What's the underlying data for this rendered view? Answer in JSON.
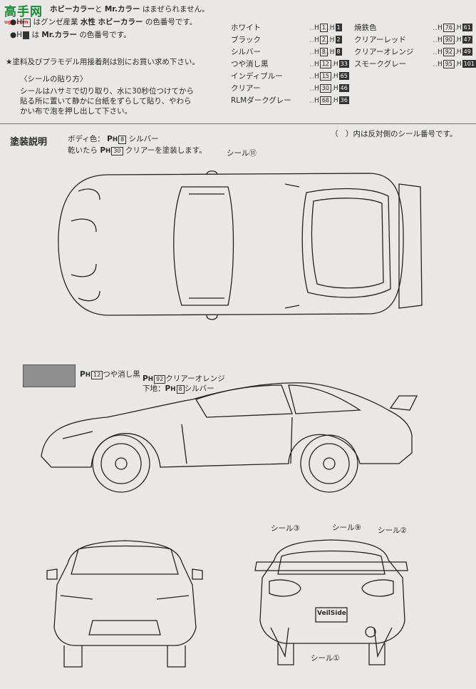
{
  "logo": {
    "text": "高手网",
    "sub": "ugo.com"
  },
  "header": {
    "line1_brand1": "ホビーカラー",
    "line1_brand2": "Mr.カラー",
    "line1_tail": "はまぜられません。",
    "line2_prefix": "●H",
    "line2_mid": "はグンゼ産業",
    "line2_brand": "水性 ホビーカラー",
    "line2_tail": "の色番号です。",
    "line3_prefix": "●H",
    "line3_mid": "は",
    "line3_brand": "Mr.カラー",
    "line3_tail": "の色番号です。",
    "note_star": "★塗料及びプラモデル用接着剤は別にお買い求め下さい。",
    "sticker_title": "〈シールの貼り方〉",
    "sticker_line1": "シールはハサミで切り取り、水に30秒位つけてから",
    "sticker_line2": "貼る所に置いて静かに台紙をずらして貼り、やわら",
    "sticker_line3": "かい布で泡を押し出して下さい。"
  },
  "colors_left": [
    {
      "name": "ホワイト",
      "h": "1",
      "mr": "1"
    },
    {
      "name": "ブラック",
      "h": "2",
      "mr": "2"
    },
    {
      "name": "シルバー",
      "h": "8",
      "mr": "8"
    },
    {
      "name": "つや消し黒",
      "h": "12",
      "mr": "33"
    },
    {
      "name": "インディブルー",
      "h": "15",
      "mr": "65"
    },
    {
      "name": "クリアー",
      "h": "30",
      "mr": "46"
    },
    {
      "name": "RLMダークグレー",
      "h": "68",
      "mr": "36"
    }
  ],
  "colors_right": [
    {
      "name": "焼鉄色",
      "h": "76",
      "mr": "61"
    },
    {
      "name": "クリアーレッド",
      "h": "90",
      "mr": "47"
    },
    {
      "name": "クリアーオレンジ",
      "h": "92",
      "mr": "49"
    },
    {
      "name": "スモークグレー",
      "h": "95",
      "mr": "101"
    }
  ],
  "section": {
    "title": "塗装説明",
    "body_color": "ボディ色： ",
    "body_color_code": "8",
    "body_color_name": "シルバー",
    "clear_prefix": "乾いたら ",
    "clear_code": "30",
    "clear_name": "クリアーを塗装します。",
    "note_right": "（　）内は反対側のシール番号です。"
  },
  "labels": {
    "seal11": "シール⑪",
    "matte_black_code": "12",
    "matte_black": "つや消し黒",
    "clear_orange_code": "92",
    "clear_orange": "クリアーオレンジ",
    "base_prefix": "下地：",
    "base_code": "8",
    "base_name": "シルバー",
    "seal3": "シール③",
    "seal9": "シール⑨",
    "seal2": "シール②",
    "seal1": "シール①",
    "plate": "VeilSide"
  },
  "swatch_color": "#8f8f8f"
}
